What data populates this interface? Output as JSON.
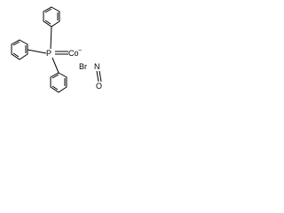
{
  "atoms": {
    "phosphorus": "P",
    "cobalt": "Co",
    "bromine": "Br",
    "nitrogen": "N",
    "oxygen": "O"
  },
  "charges": {
    "cobalt": "−"
  },
  "colors": {
    "ink": "#000000",
    "background": "#ffffff"
  }
}
